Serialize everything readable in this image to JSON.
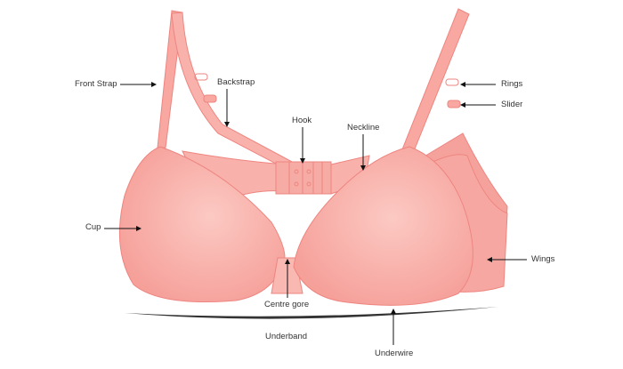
{
  "labels": {
    "front_strap": "Front Strap",
    "backstrap": "Backstrap",
    "hook": "Hook",
    "neckline": "Neckline",
    "rings": "Rings",
    "slider": "Slider",
    "cup": "Cup",
    "wings": "Wings",
    "centre_gore": "Centre gore",
    "underband": "Underband",
    "underwire": "Underwire"
  },
  "colors": {
    "fill": "#f8a7a1",
    "fill_light": "#fbc3bd",
    "outline": "#ee8580",
    "label": "#333333"
  }
}
